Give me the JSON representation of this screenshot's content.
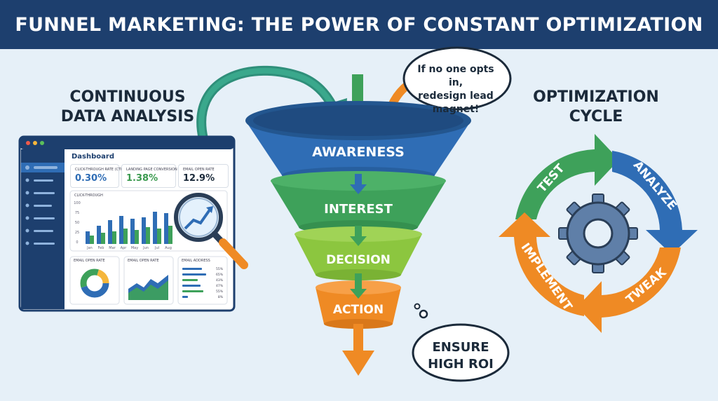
{
  "header": {
    "title": "FUNNEL MARKETING: THE POWER OF CONSTANT OPTIMIZATION"
  },
  "left_section": {
    "title_line1": "CONTINUOUS",
    "title_line2": "DATA ANALYSIS"
  },
  "right_section": {
    "title_line1": "OPTIMIZATION",
    "title_line2": "CYCLE"
  },
  "dashboard": {
    "title": "Dashboard",
    "kpis": [
      {
        "label": "CLICK-THROUGH RATE (CTR)",
        "value": "0.30%",
        "color": "#2f6db5"
      },
      {
        "label": "LANDING PAGE CONVERSION RATE",
        "value": "1.38%",
        "color": "#3b9a4f"
      },
      {
        "label": "EMAIL OPEN RATE",
        "value": "12.9%",
        "color": "#1b2a3a"
      }
    ],
    "chart_label": "CLICK-THROUGH",
    "y_ticks": [
      "100",
      "75",
      "50",
      "25",
      "0"
    ],
    "months": [
      "Jan",
      "Feb",
      "Mar",
      "Apr",
      "May",
      "Jun",
      "Jul",
      "Aug"
    ],
    "bottom_cards": [
      "EMAIL OPEN RATE",
      "EMAIL OPEN RATE",
      "EMAIL ADDRESS"
    ],
    "bar_pcts": [
      "55%",
      "65%",
      "43%",
      "47%",
      "55%",
      "8%"
    ]
  },
  "funnel": {
    "stages": [
      {
        "label": "AWARENESS",
        "color": "#2f6db5"
      },
      {
        "label": "INTEREST",
        "color": "#3ea15a"
      },
      {
        "label": "DECISION",
        "color": "#8cc63f"
      },
      {
        "label": "ACTION",
        "color": "#ef8a24"
      }
    ]
  },
  "bubbles": {
    "tip_line1": "If no one opts in,",
    "tip_line2": "redesign lead",
    "tip_line3": "magnet!",
    "goal_line1": "ENSURE",
    "goal_line2": "HIGH ROI"
  },
  "cycle": {
    "steps": [
      {
        "label": "TEST",
        "color": "#3ea15a"
      },
      {
        "label": "ANALYZE",
        "color": "#2f6db5"
      },
      {
        "label": "TWEAK",
        "color": "#ef8a24"
      },
      {
        "label": "IMPLEMENT",
        "color": "#ef8a24"
      }
    ],
    "gear_icon": "gear-icon"
  },
  "colors": {
    "header_bg": "#1d3f6e",
    "background": "#e6f0f8",
    "sidebar": "#1d3f6e"
  }
}
